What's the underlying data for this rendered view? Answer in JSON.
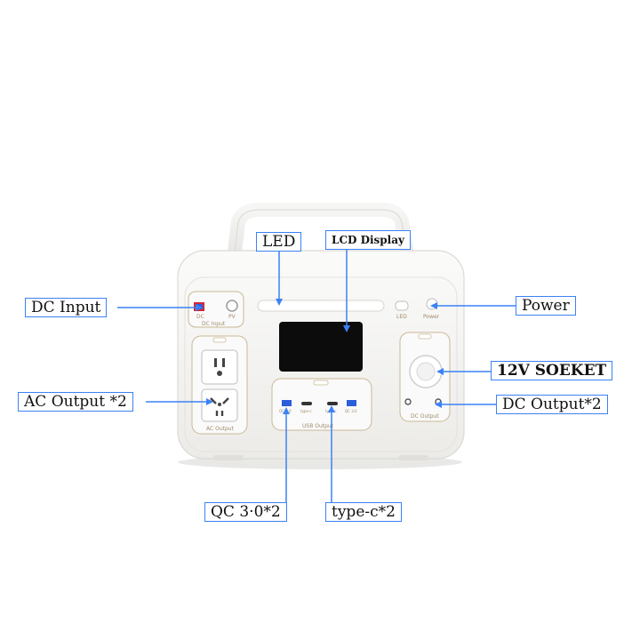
{
  "callouts": {
    "led": "LED",
    "lcd_display": "LCD Display",
    "dc_input": "DC Input",
    "power": "Power",
    "socket_12v": "12V SOEKET",
    "ac_output": "AC Output *2",
    "dc_output": "DC Output*2",
    "qc": "QC 3·0*2",
    "type_c": "type-c*2"
  },
  "device_labels": {
    "dc": "DC",
    "pv": "PV",
    "dc_input": "DC Input",
    "led": "LED",
    "power": "Power",
    "ac_output": "AC Output",
    "usb_output": "USB Output",
    "dc_output": "DC Output",
    "qc_left": "QC 3.0",
    "type_c_left": "type-c",
    "type_c_right": "type-c",
    "qc_right": "QC 3.0"
  },
  "colors": {
    "callout_border": "#3b82f6",
    "device_body": "#f7f6f3",
    "screen": "#0c0c0c",
    "accent_red": "#d3263a",
    "accent_blue": "#2b5fd9"
  }
}
